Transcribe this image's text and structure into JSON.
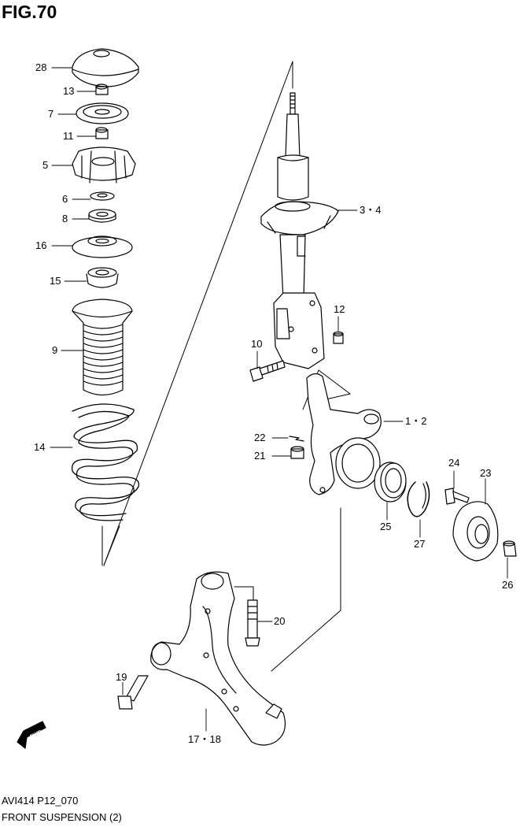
{
  "figure": {
    "title": "FIG.70"
  },
  "footer": {
    "code": "AVI414 P12_070",
    "name": "FRONT SUSPENSION (2)"
  },
  "fwd_label": "FWD",
  "callouts": [
    {
      "id": "28",
      "text": "28"
    },
    {
      "id": "13",
      "text": "13"
    },
    {
      "id": "7",
      "text": "7"
    },
    {
      "id": "11",
      "text": "11"
    },
    {
      "id": "5",
      "text": "5"
    },
    {
      "id": "6",
      "text": "6"
    },
    {
      "id": "8",
      "text": "8"
    },
    {
      "id": "16",
      "text": "16"
    },
    {
      "id": "15",
      "text": "15"
    },
    {
      "id": "9",
      "text": "9"
    },
    {
      "id": "14",
      "text": "14"
    },
    {
      "id": "3-4",
      "text": "3・4"
    },
    {
      "id": "12",
      "text": "12"
    },
    {
      "id": "10",
      "text": "10"
    },
    {
      "id": "1-2",
      "text": "1・2"
    },
    {
      "id": "22",
      "text": "22"
    },
    {
      "id": "21",
      "text": "21"
    },
    {
      "id": "24",
      "text": "24"
    },
    {
      "id": "23",
      "text": "23"
    },
    {
      "id": "25",
      "text": "25"
    },
    {
      "id": "27",
      "text": "27"
    },
    {
      "id": "26",
      "text": "26"
    },
    {
      "id": "20",
      "text": "20"
    },
    {
      "id": "19",
      "text": "19"
    },
    {
      "id": "17-18",
      "text": "17・18"
    }
  ]
}
